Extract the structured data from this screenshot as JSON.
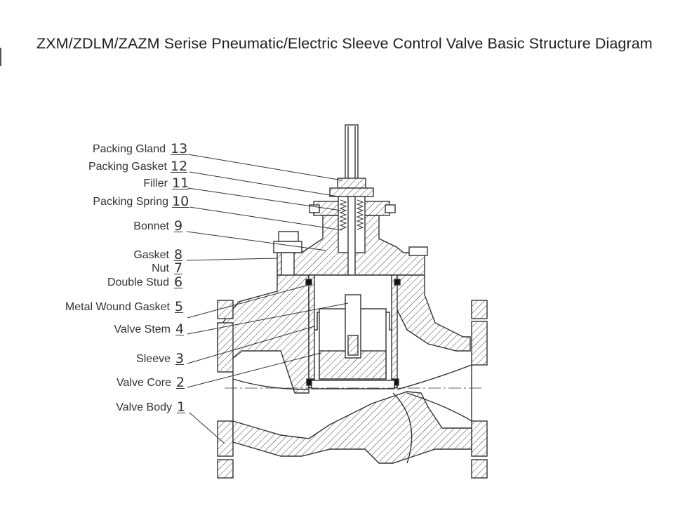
{
  "title": "ZXM/ZDLM/ZAZM Serise Pneumatic/Electric Sleeve Control Valve Basic Structure Diagram",
  "parts": [
    {
      "name": "Packing Gland",
      "number": "13"
    },
    {
      "name": "Packing Gasket",
      "number": "12"
    },
    {
      "name": "Filler",
      "number": "11"
    },
    {
      "name": "Packing Spring",
      "number": "10"
    },
    {
      "name": "Bonnet",
      "number": "9"
    },
    {
      "name": "Gasket",
      "number": "8"
    },
    {
      "name": "Nut",
      "number": "7"
    },
    {
      "name": "Double Stud",
      "number": "6"
    },
    {
      "name": "Metal Wound Gasket",
      "number": "5"
    },
    {
      "name": "Valve Stem",
      "number": "4"
    },
    {
      "name": "Sleeve",
      "number": "3"
    },
    {
      "name": "Valve Core",
      "number": "2"
    },
    {
      "name": "Valve Body",
      "number": "1"
    }
  ]
}
